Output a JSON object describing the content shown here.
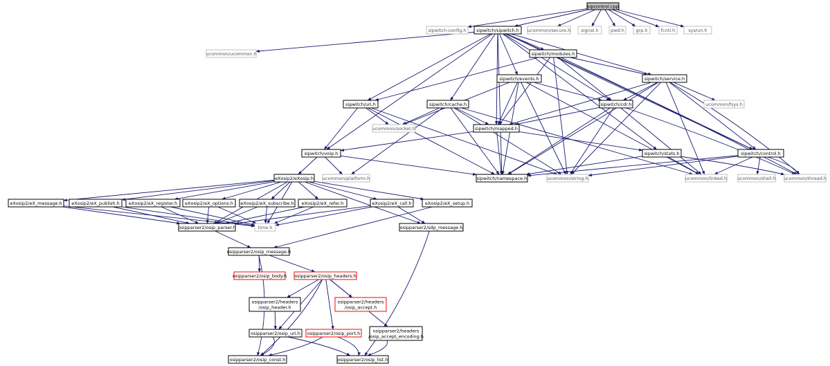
{
  "colors": {
    "edge": "#191970",
    "root_fill": "#bfbfbf",
    "documented_border": "#000000",
    "undocumented_border": "#bfbfbf",
    "truncated_border": "#ff0000"
  },
  "nodes": [
    {
      "id": "sipcontrol_cpp",
      "label": [
        "sipcontrol.cpp"
      ],
      "style": "root"
    },
    {
      "id": "sipwitch_config_h",
      "label": [
        "sipwitch-config.h"
      ],
      "style": "gray"
    },
    {
      "id": "sipwitch_sipwitch_h",
      "label": [
        "sipwitch/sipwitch.h"
      ],
      "style": "black"
    },
    {
      "id": "ucommon_secure_h",
      "label": [
        "ucommon/secure.h"
      ],
      "style": "gray"
    },
    {
      "id": "signal_h",
      "label": [
        "signal.h"
      ],
      "style": "gray"
    },
    {
      "id": "pwd_h",
      "label": [
        "pwd.h"
      ],
      "style": "gray"
    },
    {
      "id": "grp_h",
      "label": [
        "grp.h"
      ],
      "style": "gray"
    },
    {
      "id": "fcntl_h",
      "label": [
        "fcntl.h"
      ],
      "style": "gray"
    },
    {
      "id": "sys_un_h",
      "label": [
        "sys/un.h"
      ],
      "style": "gray"
    },
    {
      "id": "ucommon_ucommon_h",
      "label": [
        "ucommon/ucommon.h"
      ],
      "style": "gray"
    },
    {
      "id": "sipwitch_modules_h",
      "label": [
        "sipwitch/modules.h"
      ],
      "style": "black"
    },
    {
      "id": "sipwitch_events_h",
      "label": [
        "sipwitch/events.h"
      ],
      "style": "black"
    },
    {
      "id": "sipwitch_service_h",
      "label": [
        "sipwitch/service.h"
      ],
      "style": "black"
    },
    {
      "id": "sipwitch_uri_h",
      "label": [
        "sipwitch/uri.h"
      ],
      "style": "black"
    },
    {
      "id": "sipwitch_cache_h",
      "label": [
        "sipwitch/cache.h"
      ],
      "style": "black"
    },
    {
      "id": "sipwitch_cdr_h",
      "label": [
        "sipwitch/cdr.h"
      ],
      "style": "black"
    },
    {
      "id": "ucommon_fsys_h",
      "label": [
        "ucommon/fsys.h"
      ],
      "style": "gray"
    },
    {
      "id": "ucommon_socket_h",
      "label": [
        "ucommon/socket.h"
      ],
      "style": "gray"
    },
    {
      "id": "sipwitch_mapped_h",
      "label": [
        "sipwitch/mapped.h"
      ],
      "style": "black"
    },
    {
      "id": "sipwitch_voip_h",
      "label": [
        "sipwitch/voip.h"
      ],
      "style": "black"
    },
    {
      "id": "sipwitch_stats_h",
      "label": [
        "sipwitch/stats.h"
      ],
      "style": "black"
    },
    {
      "id": "sipwitch_control_h",
      "label": [
        "sipwitch/control.h"
      ],
      "style": "black"
    },
    {
      "id": "ucommon_platform_h",
      "label": [
        "ucommon/platform.h"
      ],
      "style": "gray"
    },
    {
      "id": "sipwitch_namespace_h",
      "label": [
        "sipwitch/namespace.h"
      ],
      "style": "black"
    },
    {
      "id": "ucommon_string_h",
      "label": [
        "ucommon/string.h"
      ],
      "style": "gray"
    },
    {
      "id": "ucommon_linked_h",
      "label": [
        "ucommon/linked.h"
      ],
      "style": "gray"
    },
    {
      "id": "ucommon_shell_h",
      "label": [
        "ucommon/shell.h"
      ],
      "style": "gray"
    },
    {
      "id": "ucommon_thread_h",
      "label": [
        "ucommon/thread.h"
      ],
      "style": "gray"
    },
    {
      "id": "exosip2_exosip_h",
      "label": [
        "eXosip2/eXosip.h"
      ],
      "style": "black"
    },
    {
      "id": "ex_message_h",
      "label": [
        "eXosip2/eX_message.h"
      ],
      "style": "black"
    },
    {
      "id": "ex_publish_h",
      "label": [
        "eXosip2/eX_publish.h"
      ],
      "style": "black"
    },
    {
      "id": "ex_register_h",
      "label": [
        "eXosip2/eX_register.h"
      ],
      "style": "black"
    },
    {
      "id": "ex_options_h",
      "label": [
        "eXosip2/eX_options.h"
      ],
      "style": "black"
    },
    {
      "id": "ex_subscribe_h",
      "label": [
        "eXosip2/eX_subscribe.h"
      ],
      "style": "black"
    },
    {
      "id": "ex_refer_h",
      "label": [
        "eXosip2/eX_refer.h"
      ],
      "style": "black"
    },
    {
      "id": "ex_call_h",
      "label": [
        "eXosip2/eX_call.h"
      ],
      "style": "black"
    },
    {
      "id": "ex_setup_h",
      "label": [
        "eXosip2/eX_setup.h"
      ],
      "style": "black"
    },
    {
      "id": "time_h",
      "label": [
        "time.h"
      ],
      "style": "gray"
    },
    {
      "id": "osip_parser_h",
      "label": [
        "osipparser2/osip_parser.h"
      ],
      "style": "black"
    },
    {
      "id": "sdp_message_h",
      "label": [
        "osipparser2/sdp_message.h"
      ],
      "style": "black"
    },
    {
      "id": "osip_message_h",
      "label": [
        "osipparser2/osip_message.h"
      ],
      "style": "black"
    },
    {
      "id": "osip_body_h",
      "label": [
        "osipparser2/osip_body.h"
      ],
      "style": "red"
    },
    {
      "id": "osip_headers_h",
      "label": [
        "osipparser2/osip_headers.h"
      ],
      "style": "red"
    },
    {
      "id": "osip_header_h",
      "label": [
        "osipparser2/headers",
        "/osip_header.h"
      ],
      "style": "black"
    },
    {
      "id": "osip_accept_h",
      "label": [
        "osipparser2/headers",
        "/osip_accept.h"
      ],
      "style": "red"
    },
    {
      "id": "osip_uri_h",
      "label": [
        "osipparser2/osip_uri.h"
      ],
      "style": "black"
    },
    {
      "id": "osip_port_h",
      "label": [
        "osipparser2/osip_port.h"
      ],
      "style": "red"
    },
    {
      "id": "osip_accept_encoding_h",
      "label": [
        "osipparser2/headers",
        "/osip_accept_encoding.h"
      ],
      "style": "black"
    },
    {
      "id": "osip_const_h",
      "label": [
        "osipparser2/osip_const.h"
      ],
      "style": "black"
    },
    {
      "id": "osip_list_h",
      "label": [
        "osipparser2/osip_list.h"
      ],
      "style": "black"
    }
  ],
  "edges": [
    [
      "sipcontrol_cpp",
      "sipwitch_config_h"
    ],
    [
      "sipcontrol_cpp",
      "sipwitch_sipwitch_h"
    ],
    [
      "sipcontrol_cpp",
      "ucommon_secure_h"
    ],
    [
      "sipcontrol_cpp",
      "signal_h"
    ],
    [
      "sipcontrol_cpp",
      "pwd_h"
    ],
    [
      "sipcontrol_cpp",
      "grp_h"
    ],
    [
      "sipcontrol_cpp",
      "fcntl_h"
    ],
    [
      "sipcontrol_cpp",
      "sys_un_h"
    ],
    [
      "sipwitch_sipwitch_h",
      "ucommon_ucommon_h"
    ],
    [
      "sipwitch_sipwitch_h",
      "sipwitch_modules_h"
    ],
    [
      "sipwitch_sipwitch_h",
      "sipwitch_events_h"
    ],
    [
      "sipwitch_sipwitch_h",
      "sipwitch_service_h"
    ],
    [
      "sipwitch_sipwitch_h",
      "sipwitch_uri_h"
    ],
    [
      "sipwitch_sipwitch_h",
      "sipwitch_cache_h"
    ],
    [
      "sipwitch_sipwitch_h",
      "sipwitch_cdr_h"
    ],
    [
      "sipwitch_sipwitch_h",
      "sipwitch_mapped_h"
    ],
    [
      "sipwitch_sipwitch_h",
      "sipwitch_voip_h"
    ],
    [
      "sipwitch_sipwitch_h",
      "sipwitch_stats_h"
    ],
    [
      "sipwitch_sipwitch_h",
      "sipwitch_control_h"
    ],
    [
      "sipwitch_sipwitch_h",
      "sipwitch_namespace_h"
    ],
    [
      "sipwitch_sipwitch_h",
      "ucommon_thread_h"
    ],
    [
      "sipwitch_modules_h",
      "sipwitch_uri_h"
    ],
    [
      "sipwitch_modules_h",
      "sipwitch_service_h"
    ],
    [
      "sipwitch_modules_h",
      "sipwitch_cdr_h"
    ],
    [
      "sipwitch_modules_h",
      "sipwitch_mapped_h"
    ],
    [
      "sipwitch_modules_h",
      "ucommon_string_h"
    ],
    [
      "sipwitch_modules_h",
      "sipwitch_control_h"
    ],
    [
      "sipwitch_events_h",
      "ucommon_socket_h"
    ],
    [
      "sipwitch_events_h",
      "sipwitch_cdr_h"
    ],
    [
      "sipwitch_events_h",
      "sipwitch_mapped_h"
    ],
    [
      "sipwitch_events_h",
      "sipwitch_namespace_h"
    ],
    [
      "sipwitch_events_h",
      "ucommon_string_h"
    ],
    [
      "sipwitch_events_h",
      "ucommon_linked_h"
    ],
    [
      "sipwitch_service_h",
      "ucommon_fsys_h"
    ],
    [
      "sipwitch_service_h",
      "sipwitch_cdr_h"
    ],
    [
      "sipwitch_service_h",
      "sipwitch_mapped_h"
    ],
    [
      "sipwitch_service_h",
      "sipwitch_namespace_h"
    ],
    [
      "sipwitch_service_h",
      "ucommon_string_h"
    ],
    [
      "sipwitch_service_h",
      "ucommon_linked_h"
    ],
    [
      "sipwitch_service_h",
      "sipwitch_control_h"
    ],
    [
      "sipwitch_service_h",
      "ucommon_thread_h"
    ],
    [
      "sipwitch_uri_h",
      "ucommon_socket_h"
    ],
    [
      "sipwitch_uri_h",
      "sipwitch_voip_h"
    ],
    [
      "sipwitch_uri_h",
      "sipwitch_namespace_h"
    ],
    [
      "sipwitch_uri_h",
      "ucommon_string_h"
    ],
    [
      "sipwitch_cache_h",
      "ucommon_socket_h"
    ],
    [
      "sipwitch_cache_h",
      "sipwitch_mapped_h"
    ],
    [
      "sipwitch_cache_h",
      "ucommon_platform_h"
    ],
    [
      "sipwitch_cache_h",
      "sipwitch_namespace_h"
    ],
    [
      "sipwitch_cache_h",
      "ucommon_string_h"
    ],
    [
      "sipwitch_cache_h",
      "ucommon_linked_h"
    ],
    [
      "sipwitch_cdr_h",
      "sipwitch_mapped_h"
    ],
    [
      "sipwitch_cdr_h",
      "sipwitch_namespace_h"
    ],
    [
      "sipwitch_cdr_h",
      "ucommon_string_h"
    ],
    [
      "sipwitch_cdr_h",
      "ucommon_linked_h"
    ],
    [
      "sipwitch_cdr_h",
      "ucommon_thread_h"
    ],
    [
      "sipwitch_mapped_h",
      "sipwitch_voip_h"
    ],
    [
      "sipwitch_mapped_h",
      "sipwitch_stats_h"
    ],
    [
      "sipwitch_mapped_h",
      "sipwitch_namespace_h"
    ],
    [
      "sipwitch_voip_h",
      "ucommon_platform_h"
    ],
    [
      "sipwitch_voip_h",
      "sipwitch_namespace_h"
    ],
    [
      "sipwitch_voip_h",
      "exosip2_exosip_h"
    ],
    [
      "sipwitch_stats_h",
      "sipwitch_namespace_h"
    ],
    [
      "sipwitch_stats_h",
      "ucommon_linked_h"
    ],
    [
      "sipwitch_stats_h",
      "ucommon_thread_h"
    ],
    [
      "sipwitch_control_h",
      "sipwitch_namespace_h"
    ],
    [
      "sipwitch_control_h",
      "ucommon_string_h"
    ],
    [
      "sipwitch_control_h",
      "ucommon_linked_h"
    ],
    [
      "sipwitch_control_h",
      "ucommon_shell_h"
    ],
    [
      "sipwitch_control_h",
      "ucommon_thread_h"
    ],
    [
      "exosip2_exosip_h",
      "ex_message_h"
    ],
    [
      "exosip2_exosip_h",
      "ex_publish_h"
    ],
    [
      "exosip2_exosip_h",
      "ex_register_h"
    ],
    [
      "exosip2_exosip_h",
      "ex_options_h"
    ],
    [
      "exosip2_exosip_h",
      "ex_subscribe_h"
    ],
    [
      "exosip2_exosip_h",
      "ex_refer_h"
    ],
    [
      "exosip2_exosip_h",
      "ex_call_h"
    ],
    [
      "exosip2_exosip_h",
      "ex_setup_h"
    ],
    [
      "exosip2_exosip_h",
      "time_h"
    ],
    [
      "exosip2_exosip_h",
      "osip_parser_h"
    ],
    [
      "exosip2_exosip_h",
      "sdp_message_h"
    ],
    [
      "ex_message_h",
      "osip_parser_h"
    ],
    [
      "ex_message_h",
      "time_h"
    ],
    [
      "ex_publish_h",
      "osip_parser_h"
    ],
    [
      "ex_publish_h",
      "time_h"
    ],
    [
      "ex_register_h",
      "osip_parser_h"
    ],
    [
      "ex_register_h",
      "time_h"
    ],
    [
      "ex_options_h",
      "osip_parser_h"
    ],
    [
      "ex_options_h",
      "time_h"
    ],
    [
      "ex_subscribe_h",
      "osip_parser_h"
    ],
    [
      "ex_subscribe_h",
      "time_h"
    ],
    [
      "ex_refer_h",
      "osip_parser_h"
    ],
    [
      "ex_refer_h",
      "time_h"
    ],
    [
      "ex_call_h",
      "osip_parser_h"
    ],
    [
      "ex_call_h",
      "time_h"
    ],
    [
      "ex_call_h",
      "sdp_message_h"
    ],
    [
      "ex_setup_h",
      "osip_message_h"
    ],
    [
      "osip_parser_h",
      "osip_message_h"
    ],
    [
      "sdp_message_h",
      "osip_list_h"
    ],
    [
      "osip_message_h",
      "osip_body_h"
    ],
    [
      "osip_message_h",
      "osip_headers_h"
    ],
    [
      "osip_message_h",
      "osip_const_h"
    ],
    [
      "osip_headers_h",
      "osip_header_h"
    ],
    [
      "osip_headers_h",
      "osip_accept_h"
    ],
    [
      "osip_headers_h",
      "osip_uri_h"
    ],
    [
      "osip_headers_h",
      "osip_port_h"
    ],
    [
      "osip_headers_h",
      "osip_accept_encoding_h"
    ],
    [
      "osip_headers_h",
      "osip_const_h"
    ],
    [
      "osip_header_h",
      "osip_uri_h"
    ],
    [
      "osip_uri_h",
      "osip_const_h"
    ],
    [
      "osip_uri_h",
      "osip_list_h"
    ],
    [
      "osip_port_h",
      "osip_const_h"
    ],
    [
      "osip_port_h",
      "osip_list_h"
    ],
    [
      "osip_accept_encoding_h",
      "osip_list_h"
    ]
  ]
}
